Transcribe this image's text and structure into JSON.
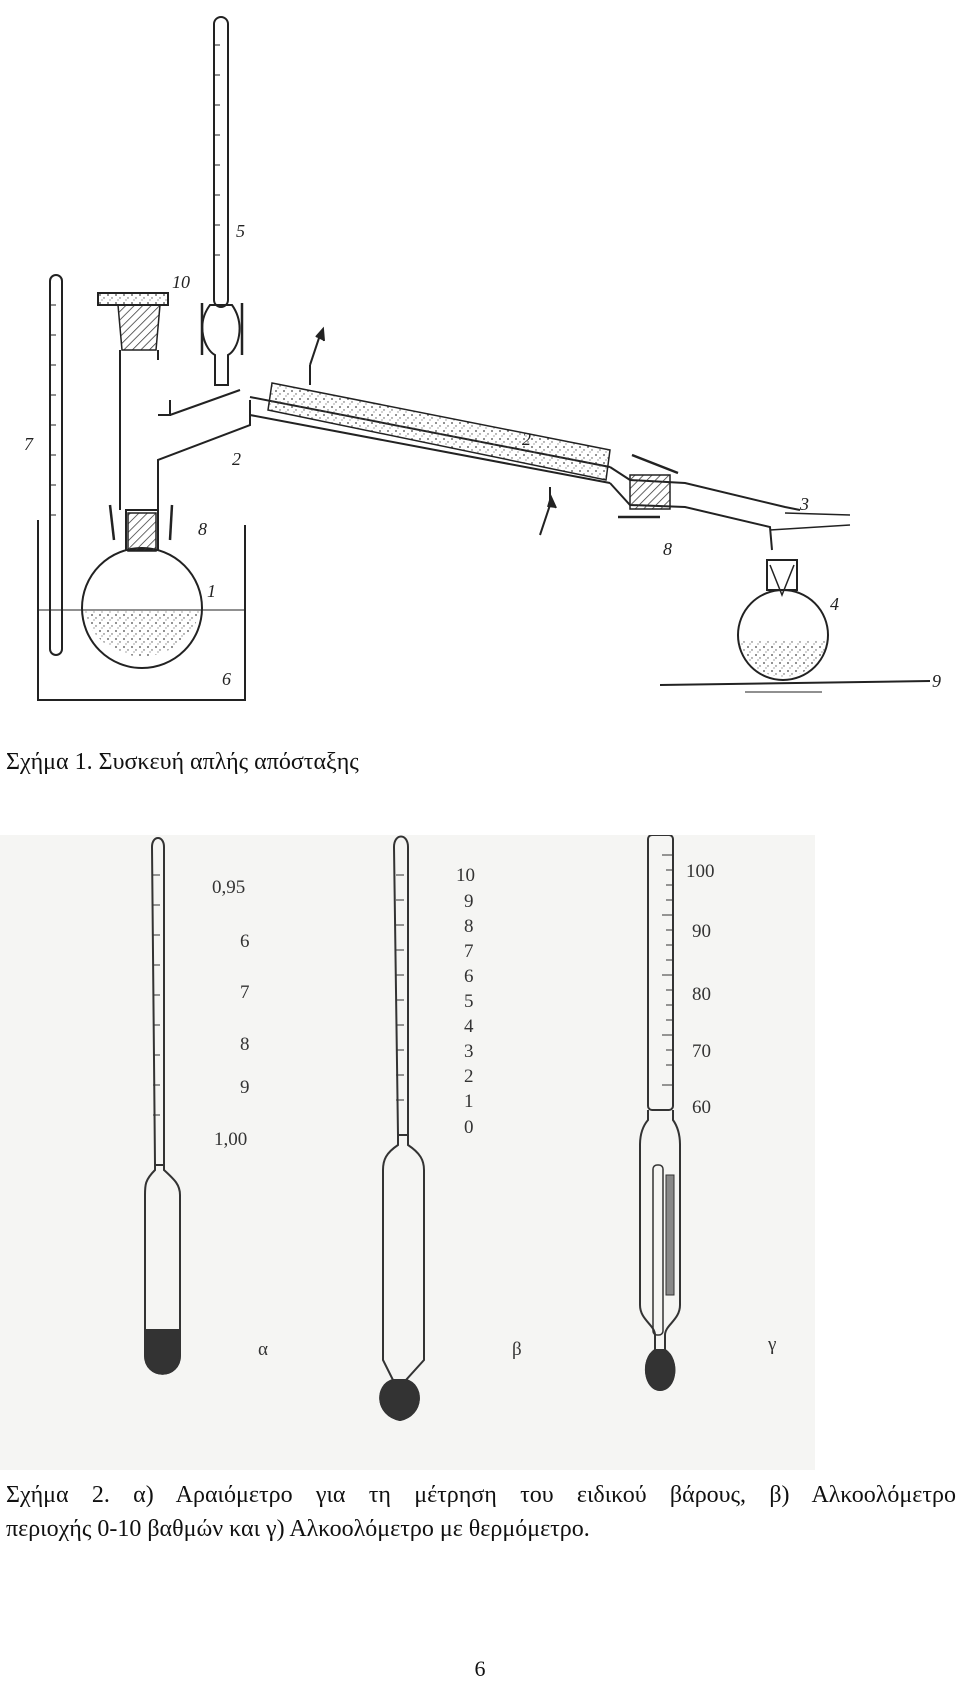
{
  "figure1": {
    "part_labels": {
      "flask": "1",
      "still_head": "2",
      "adapter": "3",
      "receiver": "4",
      "thermometer": "5",
      "bath": "6",
      "bath_thermometer": "7",
      "clamp_left": "8",
      "clamp_right": "8",
      "stand": "9",
      "stopper": "10",
      "condenser": "2",
      "still_head_lower": "2"
    },
    "caption": "Σχήμα 1. Συσκευή απλής απόσταξης"
  },
  "figure2": {
    "hydrometer_a": {
      "scale": [
        "0,95",
        "6",
        "7",
        "8",
        "9",
        "1,00"
      ],
      "label": "α"
    },
    "hydrometer_b": {
      "scale": [
        "10",
        "9",
        "8",
        "7",
        "6",
        "5",
        "4",
        "3",
        "2",
        "1",
        "0"
      ],
      "label": "β"
    },
    "hydrometer_c": {
      "scale": [
        "100",
        "90",
        "80",
        "70",
        "60"
      ],
      "label": "γ"
    },
    "caption_line1": "Σχήμα 2. α) Αραιόμετρο για τη μέτρηση του ειδικού βάρους, β) Αλκοολόμετρο",
    "caption_line2": "περιοχής 0-10 βαθμών και γ) Αλκοολόμετρο με θερμόμετρο."
  },
  "page_number": "6"
}
